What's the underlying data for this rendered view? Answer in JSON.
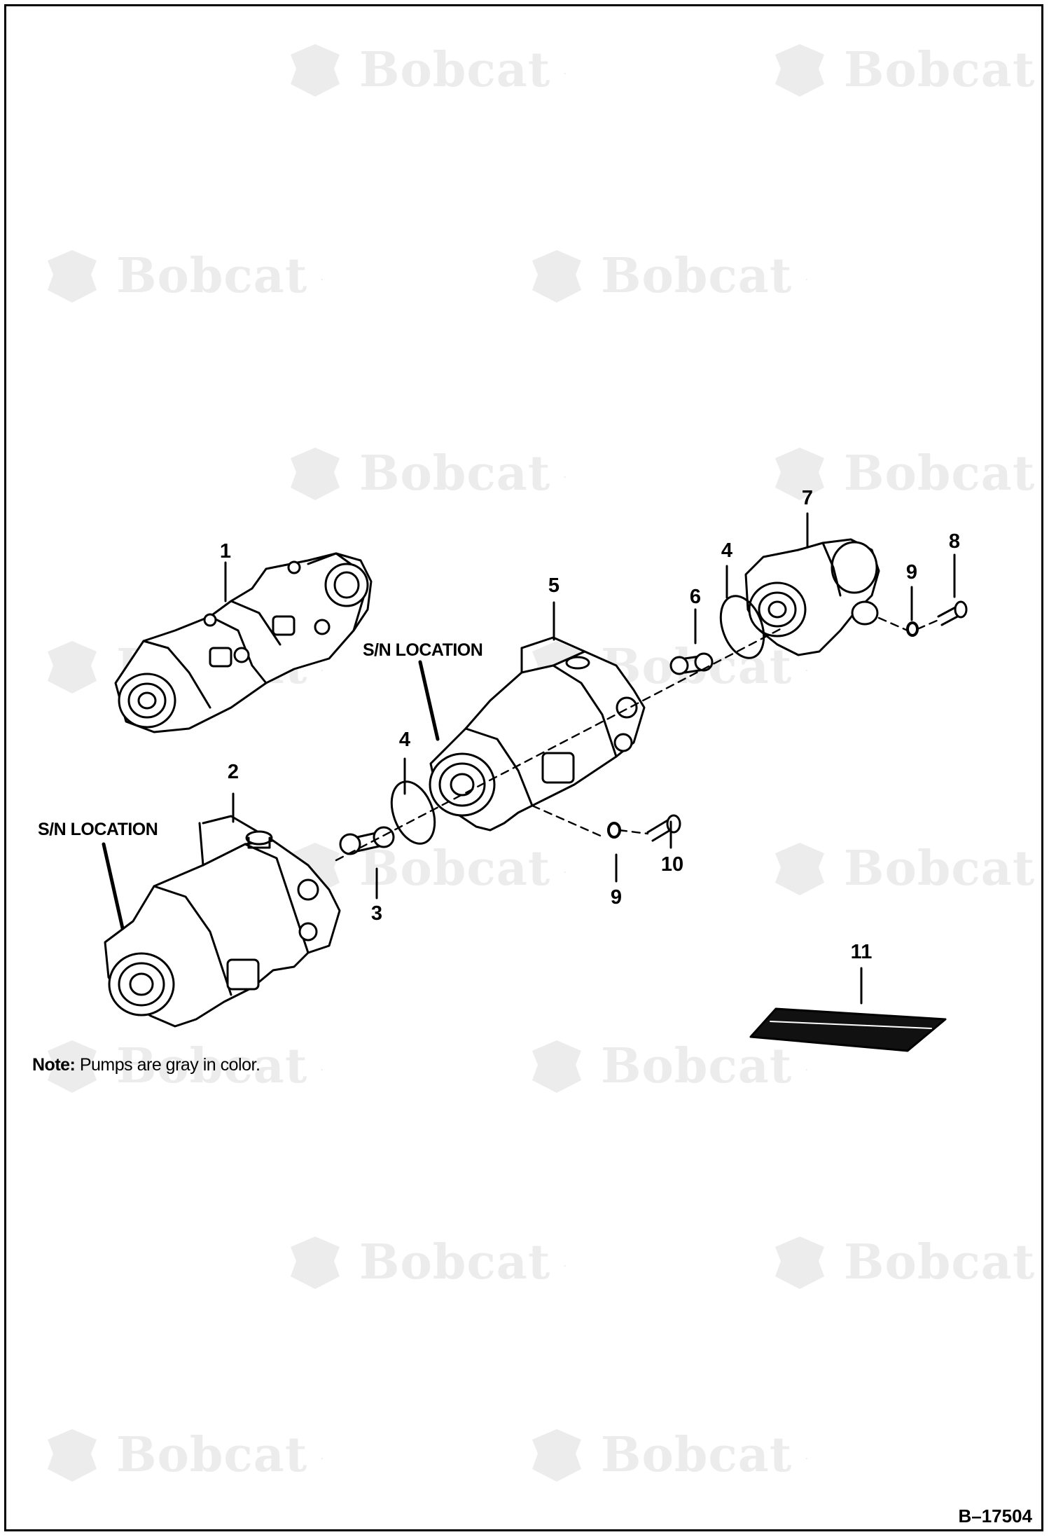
{
  "watermark": {
    "brand": "Bobcat",
    "mark": "."
  },
  "callouts": [
    "1",
    "2",
    "3",
    "4",
    "4",
    "5",
    "6",
    "7",
    "8",
    "9",
    "9",
    "10",
    "11"
  ],
  "sn_labels": [
    "S/N LOCATION",
    "S/N LOCATION"
  ],
  "note": {
    "label": "Note:",
    "text": "Pumps are gray in color."
  },
  "figure_id": "B–17504"
}
